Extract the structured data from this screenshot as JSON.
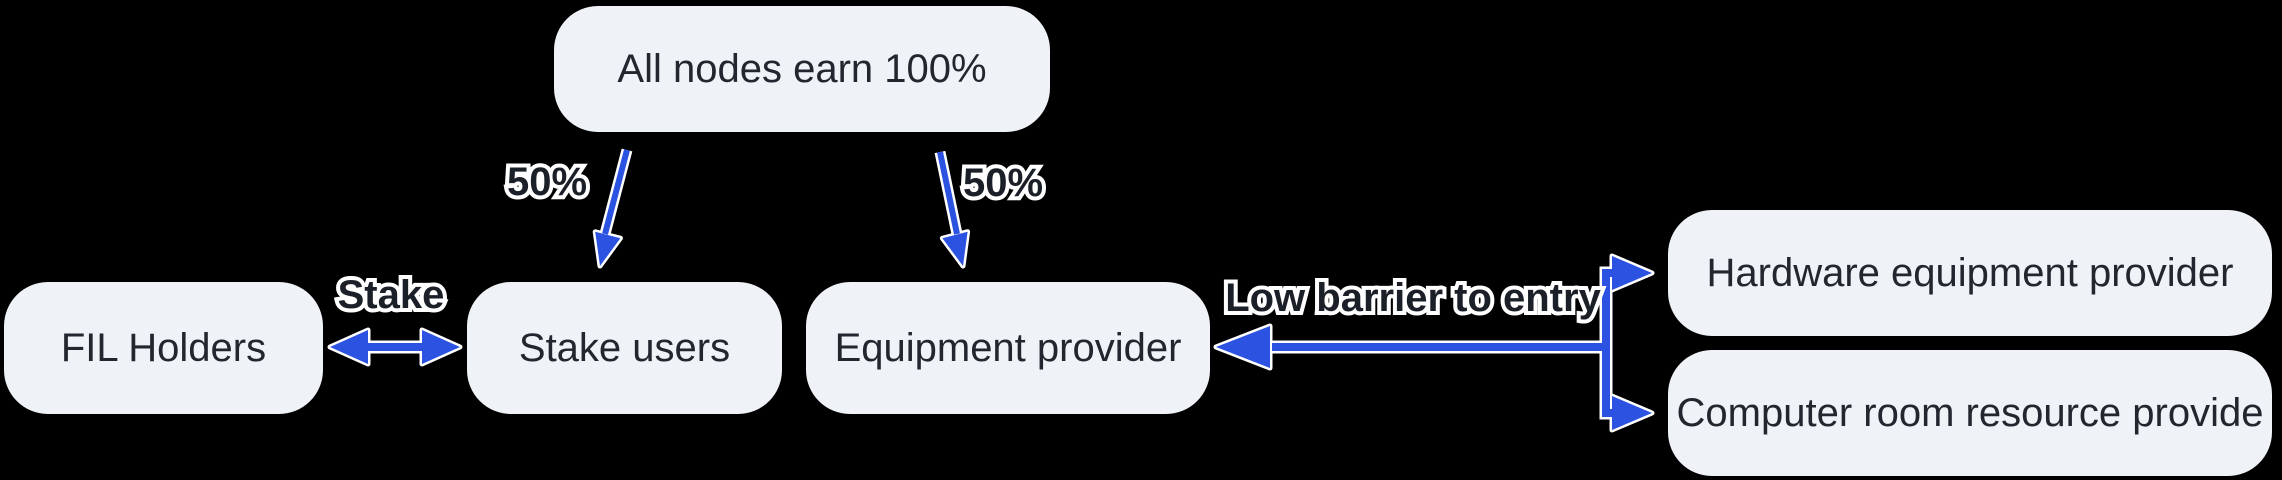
{
  "diagram": {
    "background": "#000000",
    "colors": {
      "node_fill": "#eff2f6",
      "node_text": "#22262e",
      "arrow": "#2b52e0",
      "outline": "#ffffff",
      "label_text": "#1b1f27"
    },
    "nodes": {
      "all_nodes": {
        "label": "All nodes earn 100%"
      },
      "fil_holders": {
        "label": "FIL Holders"
      },
      "stake_users": {
        "label": "Stake users"
      },
      "equipment_provider": {
        "label": "Equipment provider"
      },
      "hardware_provider": {
        "label": "Hardware equipment provider"
      },
      "computer_room": {
        "label": "Computer room resource provide"
      }
    },
    "edge_labels": {
      "left_split": "50%",
      "right_split": "50%",
      "stake": "Stake",
      "low_barrier": "Low barrier to entry"
    }
  }
}
